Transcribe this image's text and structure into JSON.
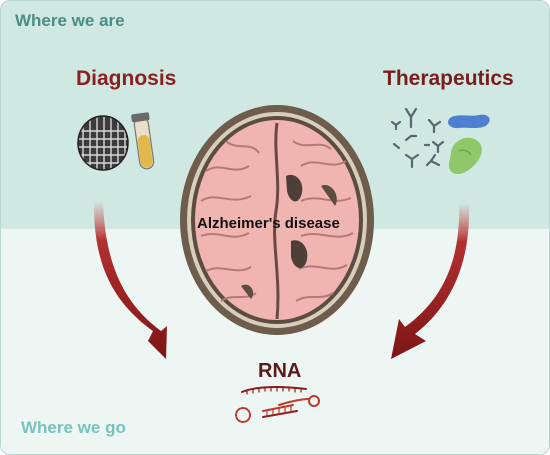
{
  "labels": {
    "where_we_are": "Where we are",
    "where_we_go": "Where we go",
    "diagnosis": "Diagnosis",
    "therapeutics": "Therapeutics",
    "disease": "Alzheimer's disease",
    "rna": "RNA"
  },
  "colors": {
    "top_band": "#cfe8e2",
    "bottom_band": "#eef6f4",
    "heading_red": "#8a2020",
    "arrow": "#8e1c1c",
    "brain_pink": "#f2b8b4",
    "skull": "#6b5a4a"
  },
  "icons": {
    "diagnosis": [
      "brain-scan-icon",
      "test-tube-icon"
    ],
    "therapeutics": [
      "antibody-icon",
      "protein-blob-icon"
    ],
    "rna": [
      "rna-strand-icon"
    ]
  }
}
